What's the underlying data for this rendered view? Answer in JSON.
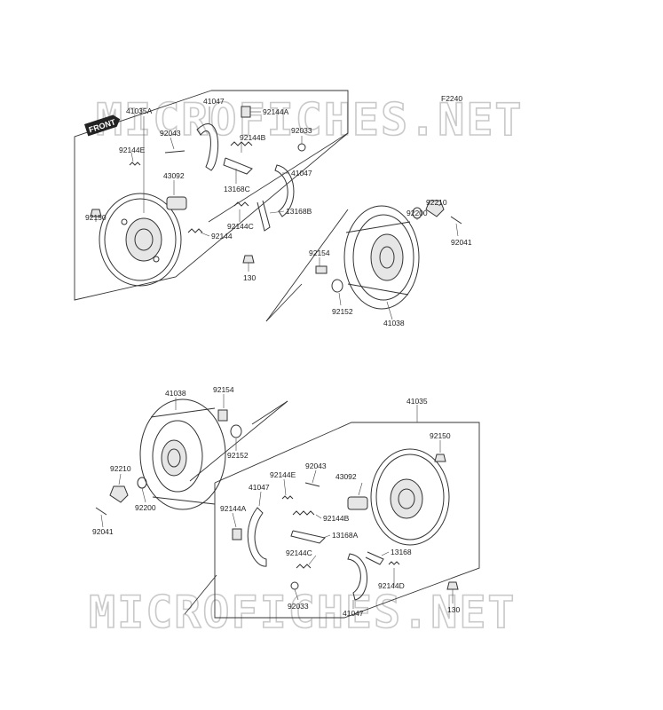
{
  "watermark": "MICROFICHES.NET",
  "figure_code": "F2240",
  "front_badge": "FRONT",
  "upper_labels": {
    "l41035A": "41035A",
    "l41047a": "41047",
    "l92144A": "92144A",
    "l92043": "92043",
    "l92144B": "92144B",
    "l92033": "92033",
    "l92144E": "92144E",
    "l41047b": "41047",
    "l43092": "43092",
    "l13168C": "13168C",
    "l13168B": "13168B",
    "l92150": "92150",
    "l92144C": "92144C",
    "l92144": "92144",
    "l130": "130",
    "l92154": "92154",
    "l92152": "92152",
    "l41038": "41038",
    "l92200": "92200",
    "l92210": "92210",
    "l92041": "92041"
  },
  "lower_labels": {
    "l41038": "41038",
    "l92154": "92154",
    "l41035": "41035",
    "l92152": "92152",
    "l92150": "92150",
    "l92210": "92210",
    "l92200": "92200",
    "l92041": "92041",
    "l92043": "92043",
    "l92144E": "92144E",
    "l41047a": "41047",
    "l43092": "43092",
    "l92144A": "92144A",
    "l92144B": "92144B",
    "l13168A": "13168A",
    "l92144C": "92144C",
    "l13168": "13168",
    "l92144D": "92144D",
    "l92033": "92033",
    "l41047b": "41047",
    "l130": "130"
  }
}
